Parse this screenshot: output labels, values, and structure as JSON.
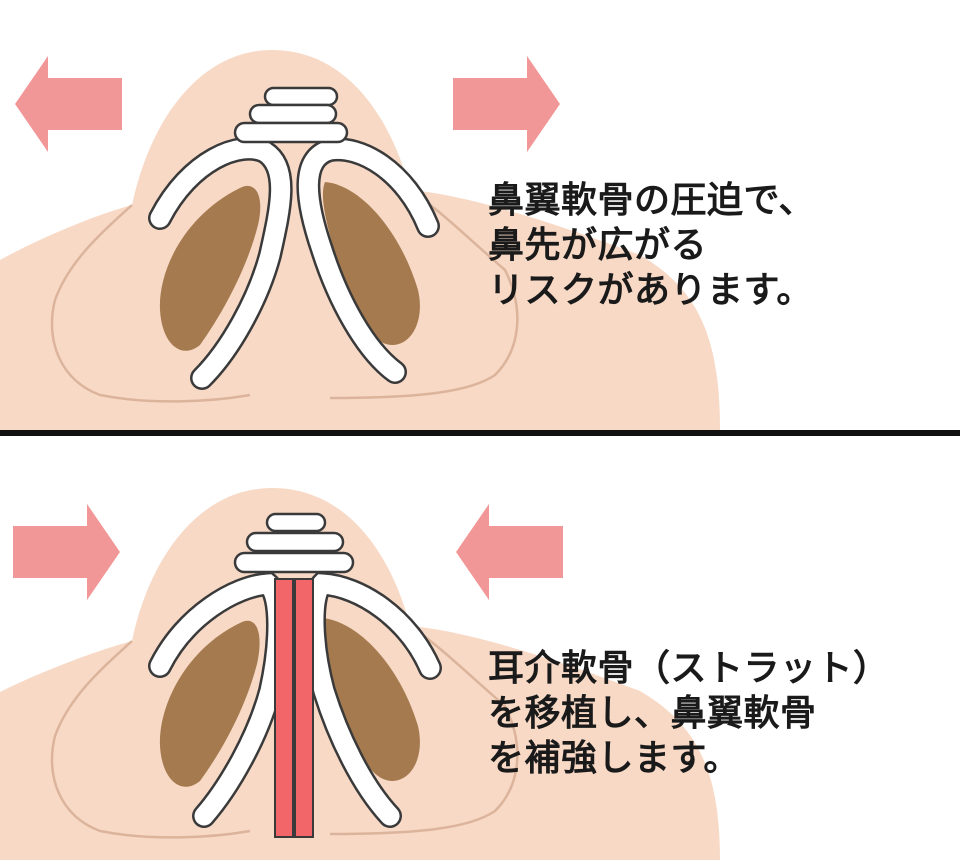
{
  "colors": {
    "skin": "#f7d9c6",
    "skin_outline": "#dcb49c",
    "nostril": "#a57a4f",
    "cartilage_fill": "#ffffff",
    "cartilage_stroke": "#3a3a3a",
    "arrow": "#f29797",
    "strut": "#f2666a",
    "divider": "#111111"
  },
  "top_panel": {
    "arrows": [
      "arrow-outward-left",
      "arrow-outward-right"
    ],
    "caption_lines": [
      "鼻翼軟骨の圧迫で、",
      "鼻先が広がる",
      "リスクがあります。"
    ]
  },
  "bottom_panel": {
    "arrows": [
      "arrow-inward-left",
      "arrow-inward-right"
    ],
    "caption_lines": [
      "耳介軟骨（ストラット）",
      "を移植し、鼻翼軟骨",
      "を補強します。"
    ]
  }
}
